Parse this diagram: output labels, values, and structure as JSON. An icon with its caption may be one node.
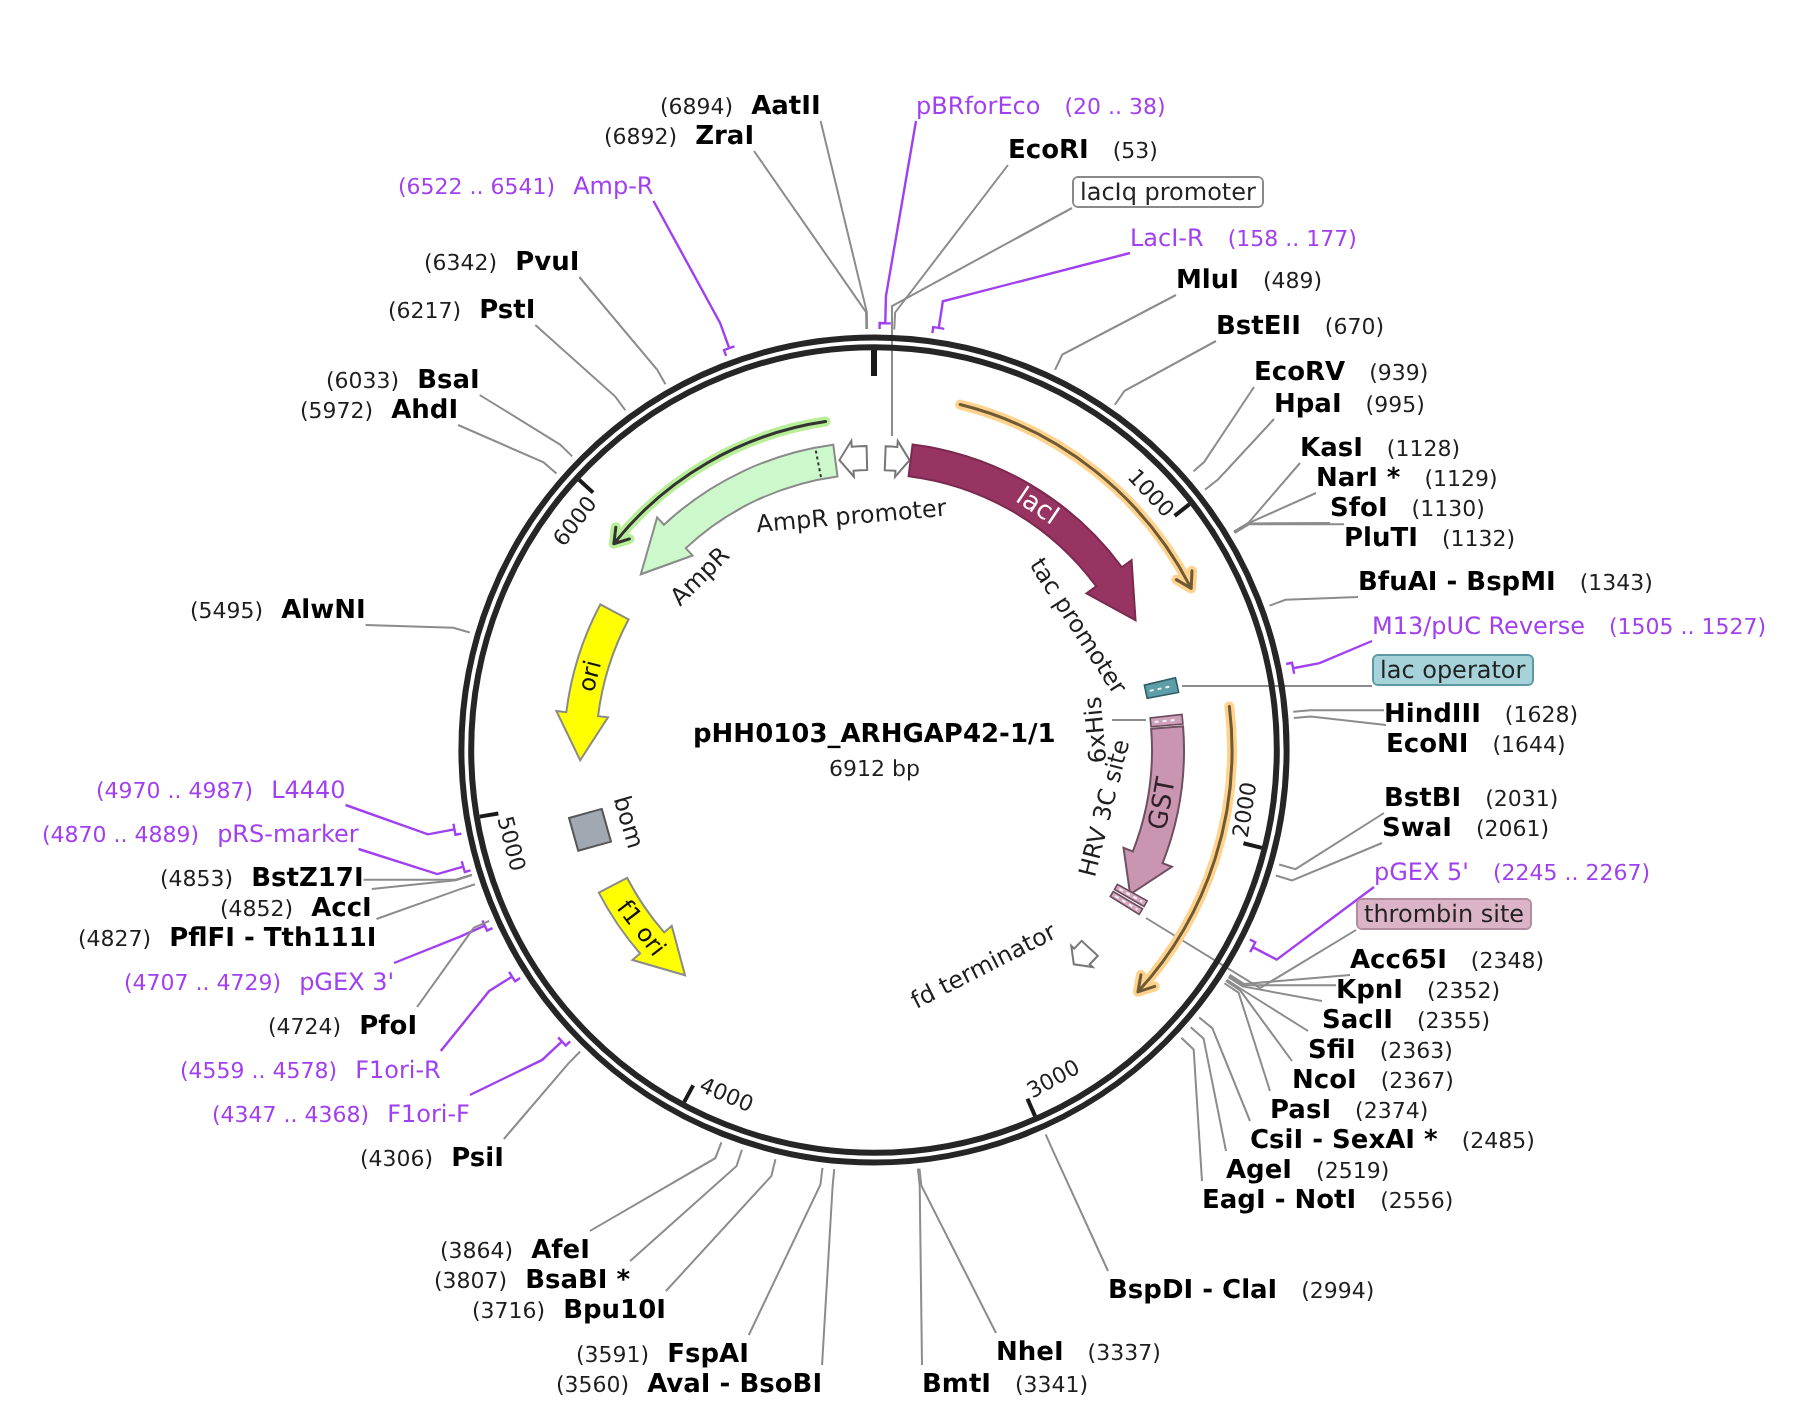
{
  "diagram": {
    "title": "pHH0103_ARHGAP42-1/1",
    "nodes": [
      {
        "text": [
          "(6894)",
          "AatII"
        ]
      },
      {
        "text": [
          "(6892)",
          "ZraI"
        ]
      },
      {
        "text": [
          "(6522 .. 6541)",
          "Amp-R"
        ]
      },
      {
        "text": [
          "(6342)",
          "PvuI"
        ]
      },
      {
        "text": [
          "(6217)",
          "PstI"
        ]
      },
      {
        "text": [
          "(6033)",
          "BsaI"
        ]
      },
      {
        "text": [
          "(5972)",
          "AhdI"
        ]
      },
      {
        "text": [
          "(5495)",
          "AlwNI"
        ]
      },
      {
        "text": [
          "(4970 .. 4987)",
          "L4440"
        ]
      },
      {
        "text": [
          "(4870 .. 4889)",
          "pRS-marker"
        ]
      },
      {
        "text": [
          "(4853)",
          "BstZ17I"
        ]
      },
      {
        "text": [
          "(4852)",
          "AccI"
        ]
      },
      {
        "text": [
          "(4827)",
          "PflFI - Tth111I"
        ]
      },
      {
        "text": [
          "(4707 .. 4729)",
          "pGEX 3'"
        ]
      },
      {
        "text": [
          "(4724)",
          "PfoI"
        ]
      },
      {
        "text": [
          "(4559 .. 4578)",
          "F1ori-R"
        ]
      },
      {
        "text": [
          "(4347 .. 4368)",
          "F1ori-F"
        ]
      },
      {
        "text": [
          "(4306)",
          "PsiI"
        ]
      },
      {
        "text": [
          "(3864)",
          "AfeI"
        ]
      },
      {
        "text": [
          "(3807)",
          "BsaBI *"
        ]
      },
      {
        "text": [
          "(3716)",
          "Bpu10I"
        ]
      },
      {
        "text": [
          "(3591)",
          "FspAI"
        ]
      },
      {
        "text": [
          "(3560)",
          "AvaI - BsoBI"
        ]
      },
      {
        "text": [
          "pBRforEco",
          "(20 .. 38)"
        ]
      },
      {
        "text": [
          "EcoRI",
          "(53)"
        ]
      },
      {
        "text": [
          "lacIq promoter"
        ]
      },
      {
        "text": [
          "LacI-R",
          "(158 .. 177)"
        ]
      },
      {
        "text": [
          "MluI",
          "(489)"
        ]
      },
      {
        "text": [
          "BstEII",
          "(670)"
        ]
      },
      {
        "text": [
          "EcoRV",
          "(939)"
        ]
      },
      {
        "text": [
          "HpaI",
          "(995)"
        ]
      },
      {
        "text": [
          "KasI",
          "(1128)"
        ]
      },
      {
        "text": [
          "NarI *",
          "(1129)"
        ]
      },
      {
        "text": [
          "SfoI",
          "(1130)"
        ]
      },
      {
        "text": [
          "PluTI",
          "(1132)"
        ]
      },
      {
        "text": [
          "BfuAI - BspMI",
          "(1343)"
        ]
      },
      {
        "text": [
          "M13/pUC Reverse",
          "(1505 .. 1527)"
        ]
      },
      {
        "text": [
          "lac operator"
        ]
      },
      {
        "text": [
          "HindIII",
          "(1628)"
        ]
      },
      {
        "text": [
          "EcoNI",
          "(1644)"
        ]
      },
      {
        "text": [
          "BstBI",
          "(2031)"
        ]
      },
      {
        "text": [
          "SwaI",
          "(2061)"
        ]
      },
      {
        "text": [
          "pGEX 5'",
          "(2245 .. 2267)"
        ]
      },
      {
        "text": [
          "thrombin site"
        ]
      },
      {
        "text": [
          "Acc65I",
          "(2348)"
        ]
      },
      {
        "text": [
          "KpnI",
          "(2352)"
        ]
      },
      {
        "text": [
          "SacII",
          "(2355)"
        ]
      },
      {
        "text": [
          "SfiI",
          "(2363)"
        ]
      },
      {
        "text": [
          "NcoI",
          "(2367)"
        ]
      },
      {
        "text": [
          "PasI",
          "(2374)"
        ]
      },
      {
        "text": [
          "CsiI - SexAI *",
          "(2485)"
        ]
      },
      {
        "text": [
          "AgeI",
          "(2519)"
        ]
      },
      {
        "text": [
          "EagI - NotI",
          "(2556)"
        ]
      },
      {
        "text": [
          "BspDI - ClaI",
          "(2994)"
        ]
      },
      {
        "text": [
          "NheI",
          "(3337)"
        ]
      },
      {
        "text": [
          "BmtI",
          "(3341)"
        ]
      },
      {
        "text": [
          "AmpR"
        ]
      },
      {
        "text": [
          "AmpR promoter"
        ]
      },
      {
        "text": [],
        "shape": "arrow"
      },
      {
        "text": [
          "lacI"
        ]
      },
      {
        "text": [],
        "shape": "box"
      },
      {
        "text": [
          "6xHis"
        ]
      },
      {
        "text": [],
        "shape": "box"
      },
      {
        "text": [
          "GST"
        ]
      },
      {
        "text": [
          "HRV 3C site"
        ]
      },
      {
        "text": [],
        "shape": "box"
      },
      {
        "text": [
          "fd terminator"
        ]
      },
      {
        "text": [
          "f1 ori"
        ]
      },
      {
        "text": [
          "bom"
        ]
      },
      {
        "text": [
          "ori"
        ]
      }
    ],
    "edges": [
      {
        "from": 0,
        "to": null,
        "arrow": "none"
      },
      {
        "from": 1,
        "to": null,
        "arrow": "none"
      },
      {
        "from": 2,
        "to": null,
        "arrow": "none",
        "color": "#a040f0"
      },
      {
        "from": 3,
        "to": null,
        "arrow": "none"
      },
      {
        "from": 4,
        "to": null,
        "arrow": "none"
      },
      {
        "from": 5,
        "to": null,
        "arrow": "none"
      },
      {
        "from": 6,
        "to": null,
        "arrow": "none"
      },
      {
        "from": 7,
        "to": null,
        "arrow": "none"
      },
      {
        "from": 8,
        "to": null,
        "arrow": "none",
        "color": "#a040f0"
      },
      {
        "from": 9,
        "to": null,
        "arrow": "none",
        "color": "#a040f0"
      },
      {
        "from": 10,
        "to": null,
        "arrow": "none"
      },
      {
        "from": 11,
        "to": null,
        "arrow": "none"
      },
      {
        "from": 12,
        "to": null,
        "arrow": "none"
      },
      {
        "from": 13,
        "to": null,
        "arrow": "none",
        "color": "#a040f0"
      },
      {
        "from": 14,
        "to": null,
        "arrow": "none"
      },
      {
        "from": 15,
        "to": null,
        "arrow": "none",
        "color": "#a040f0"
      },
      {
        "from": 16,
        "to": null,
        "arrow": "none",
        "color": "#a040f0"
      },
      {
        "from": 17,
        "to": null,
        "arrow": "none"
      },
      {
        "from": 18,
        "to": null,
        "arrow": "none"
      },
      {
        "from": 19,
        "to": null,
        "arrow": "none"
      },
      {
        "from": 20,
        "to": null,
        "arrow": "none"
      },
      {
        "from": 21,
        "to": null,
        "arrow": "none"
      },
      {
        "from": 22,
        "to": null,
        "arrow": "none"
      },
      {
        "from": 23,
        "to": null,
        "arrow": "none",
        "color": "#a040f0"
      },
      {
        "from": 24,
        "to": null,
        "arrow": "none"
      },
      {
        "from": 25,
        "to": 58,
        "arrow": "none"
      },
      {
        "from": 26,
        "to": null,
        "arrow": "none",
        "color": "#a040f0"
      },
      {
        "from": 27,
        "to": null,
        "arrow": "none"
      },
      {
        "from": 28,
        "to": null,
        "arrow": "none"
      },
      {
        "from": 29,
        "to": null,
        "arrow": "none"
      },
      {
        "from": 30,
        "to": null,
        "arrow": "none"
      },
      {
        "from": 31,
        "to": null,
        "arrow": "none"
      },
      {
        "from": 32,
        "to": null,
        "arrow": "none"
      },
      {
        "from": 33,
        "to": null,
        "arrow": "none"
      },
      {
        "from": 34,
        "to": null,
        "arrow": "none"
      },
      {
        "from": 35,
        "to": null,
        "arrow": "none"
      },
      {
        "from": 36,
        "to": null,
        "arrow": "none",
        "color": "#a040f0"
      },
      {
        "from": 37,
        "to": 60,
        "arrow": "none"
      },
      {
        "from": 38,
        "to": null,
        "arrow": "none"
      },
      {
        "from": 39,
        "to": null,
        "arrow": "none"
      },
      {
        "from": 40,
        "to": null,
        "arrow": "none"
      },
      {
        "from": 41,
        "to": null,
        "arrow": "none"
      },
      {
        "from": 42,
        "to": null,
        "arrow": "none",
        "color": "#a040f0"
      },
      {
        "from": 43,
        "to": 65,
        "arrow": "none"
      },
      {
        "from": 44,
        "to": null,
        "arrow": "none"
      },
      {
        "from": 45,
        "to": null,
        "arrow": "none"
      },
      {
        "from": 46,
        "to": null,
        "arrow": "none"
      },
      {
        "from": 47,
        "to": null,
        "arrow": "none"
      },
      {
        "from": 48,
        "to": null,
        "arrow": "none"
      },
      {
        "from": 49,
        "to": null,
        "arrow": "none"
      },
      {
        "from": 50,
        "to": null,
        "arrow": "none"
      },
      {
        "from": 51,
        "to": null,
        "arrow": "none"
      },
      {
        "from": 52,
        "to": null,
        "arrow": "none"
      },
      {
        "from": 53,
        "to": null,
        "arrow": "none"
      },
      {
        "from": 54,
        "to": null,
        "arrow": "none"
      },
      {
        "from": 55,
        "to": null,
        "arrow": "none"
      },
      {
        "from": 61,
        "to": 62,
        "arrow": "none"
      }
    ],
    "labels": [
      "6912 bp",
      "1000",
      "2000",
      "3000",
      "4000",
      "5000",
      "6000",
      "tac promoter"
    ]
  }
}
